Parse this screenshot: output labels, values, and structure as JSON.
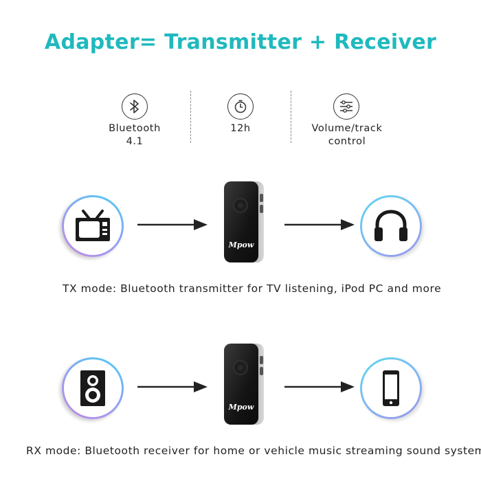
{
  "headline": "Adapter= Transmitter + Receiver",
  "features": [
    {
      "icon": "bluetooth-icon",
      "label_line1": "Bluetooth",
      "label_line2": "4.1"
    },
    {
      "icon": "timer-icon",
      "label_line1": "12h",
      "label_line2": ""
    },
    {
      "icon": "sliders-icon",
      "label_line1": "Volume/track",
      "label_line2": "control"
    }
  ],
  "device": {
    "brand": "Mpow"
  },
  "tx_mode": {
    "source_icon": "tv-icon",
    "target_icon": "headphones-icon",
    "caption": "TX mode: Bluetooth transmitter for TV listening, iPod PC and more"
  },
  "rx_mode": {
    "source_icon": "speaker-icon",
    "target_icon": "smartphone-icon",
    "caption": "RX mode: Bluetooth receiver for home or vehicle music streaming sound system"
  },
  "colors": {
    "accent": "#1fb9be",
    "device_body": "#1c1c1c"
  }
}
